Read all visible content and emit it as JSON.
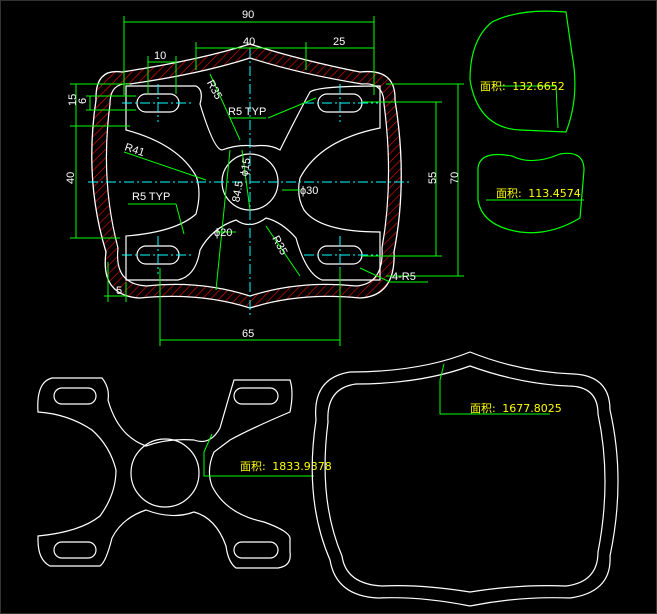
{
  "colors": {
    "background": "#000000",
    "outline": "#ffffff",
    "dimension": "#00ff00",
    "dimension_text": "#ffffff",
    "centerline": "#00ffff",
    "hatch": "#ff0000",
    "leader": "#00ff00",
    "area_text": "#ffff00",
    "border": "#333333"
  },
  "dimensions": {
    "width_90": "90",
    "width_40": "40",
    "width_25": "25",
    "width_10": "10",
    "height_15": "15",
    "height_6": "6",
    "height_40": "40",
    "width_5": "5",
    "width_65": "65",
    "height_55": "55",
    "height_70": "70",
    "radius_35_top": "R35",
    "radius_5_typ_top": "R5 TYP",
    "radius_41": "R41",
    "radius_5_typ_left": "R5 TYP",
    "radius_35_bottom": "R35",
    "diameter_20": "ϕ20",
    "diameter_30": "ϕ30",
    "radius_4_r5": "4-R5",
    "slanted_dim_a": "84.5",
    "slanted_dim_b": "ϕ15"
  },
  "areas": {
    "shape_top": {
      "label": "面积:",
      "value": "132.6652"
    },
    "shape_mid": {
      "label": "面积:",
      "value": "113.4574"
    },
    "cross_part": {
      "label": "面积:",
      "value": "1833.9378"
    },
    "ring_part": {
      "label": "面积:",
      "value": "1677.8025"
    }
  }
}
